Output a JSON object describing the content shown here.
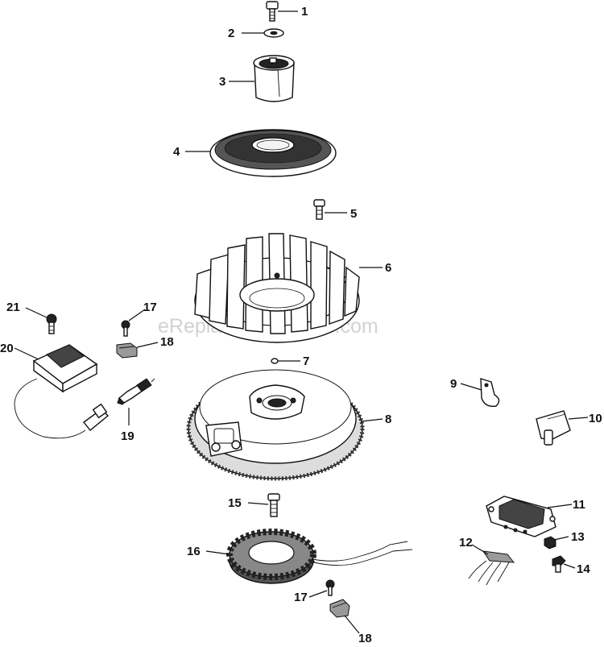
{
  "watermark": "eReplacementParts.com",
  "callouts": [
    {
      "id": "1",
      "label": "1"
    },
    {
      "id": "2",
      "label": "2"
    },
    {
      "id": "3",
      "label": "3"
    },
    {
      "id": "4",
      "label": "4"
    },
    {
      "id": "5",
      "label": "5"
    },
    {
      "id": "6",
      "label": "6"
    },
    {
      "id": "7",
      "label": "7"
    },
    {
      "id": "8",
      "label": "8"
    },
    {
      "id": "9",
      "label": "9"
    },
    {
      "id": "10",
      "label": "10"
    },
    {
      "id": "11",
      "label": "11"
    },
    {
      "id": "12",
      "label": "12"
    },
    {
      "id": "13",
      "label": "13"
    },
    {
      "id": "14",
      "label": "14"
    },
    {
      "id": "15",
      "label": "15"
    },
    {
      "id": "16",
      "label": "16"
    },
    {
      "id": "17a",
      "label": "17"
    },
    {
      "id": "17b",
      "label": "17"
    },
    {
      "id": "18a",
      "label": "18"
    },
    {
      "id": "18b",
      "label": "18"
    },
    {
      "id": "19",
      "label": "19"
    },
    {
      "id": "20",
      "label": "20"
    },
    {
      "id": "21",
      "label": "21"
    }
  ]
}
